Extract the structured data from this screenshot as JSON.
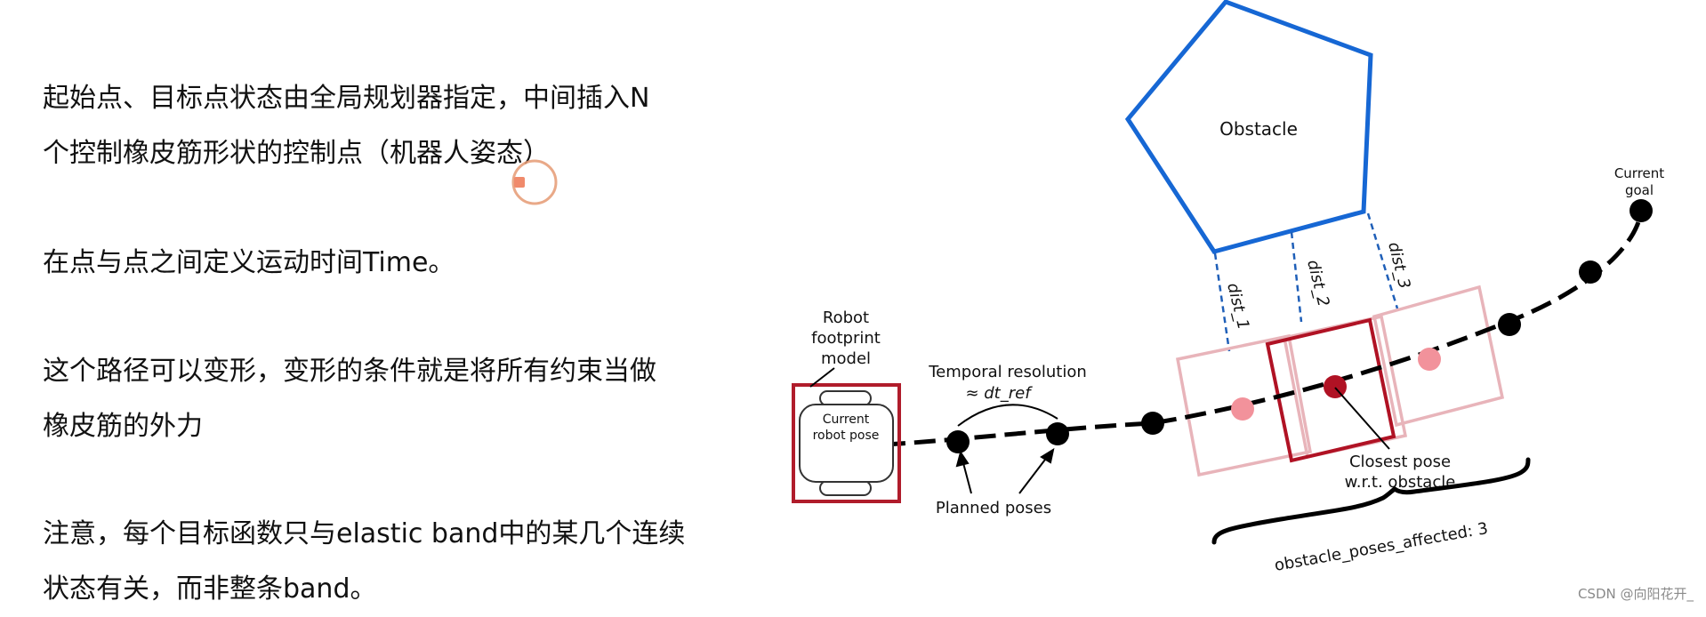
{
  "text": {
    "p1": [
      "起始点、目标点状态由全局规划器指定，中间插入N",
      "个控制橡皮筋形状的控制点（机器人姿态）"
    ],
    "p2": [
      "在点与点之间定义运动时间Time。"
    ],
    "p3": [
      "这个路径可以变形，变形的条件就是将所有约束当做",
      "橡皮筋的外力"
    ],
    "p4": [
      "注意，每个目标函数只与elastic band中的某几个连续",
      "状态有关，而非整条band。"
    ]
  },
  "diagram": {
    "obstacle_label": "Obstacle",
    "robot_footprint_label": [
      "Robot",
      "footprint",
      "model"
    ],
    "current_robot_pose_label": [
      "Current",
      "robot pose"
    ],
    "temporal_resolution_label": "Temporal resolution",
    "dt_ref_label": "≈ dt_ref",
    "planned_poses_label": "Planned poses",
    "closest_pose_label": [
      "Closest pose",
      "w.r.t. obstacle"
    ],
    "current_goal_label": [
      "Current",
      "goal"
    ],
    "dist_labels": [
      "dist_1",
      "dist_2",
      "dist_3"
    ],
    "obstacle_poses_affected_label": "obstacle_poses_affected: 3",
    "colors": {
      "obstacle": "#1667d4",
      "robot_box": "#b01c2b",
      "closest_pose": "#b01224",
      "affected_pose": "#f2929b",
      "affected_box": "#e8b4ba",
      "path": "#000000"
    }
  },
  "watermark": "CSDN @向阳花开_",
  "cursor_icon": "cursor-highlight-icon"
}
